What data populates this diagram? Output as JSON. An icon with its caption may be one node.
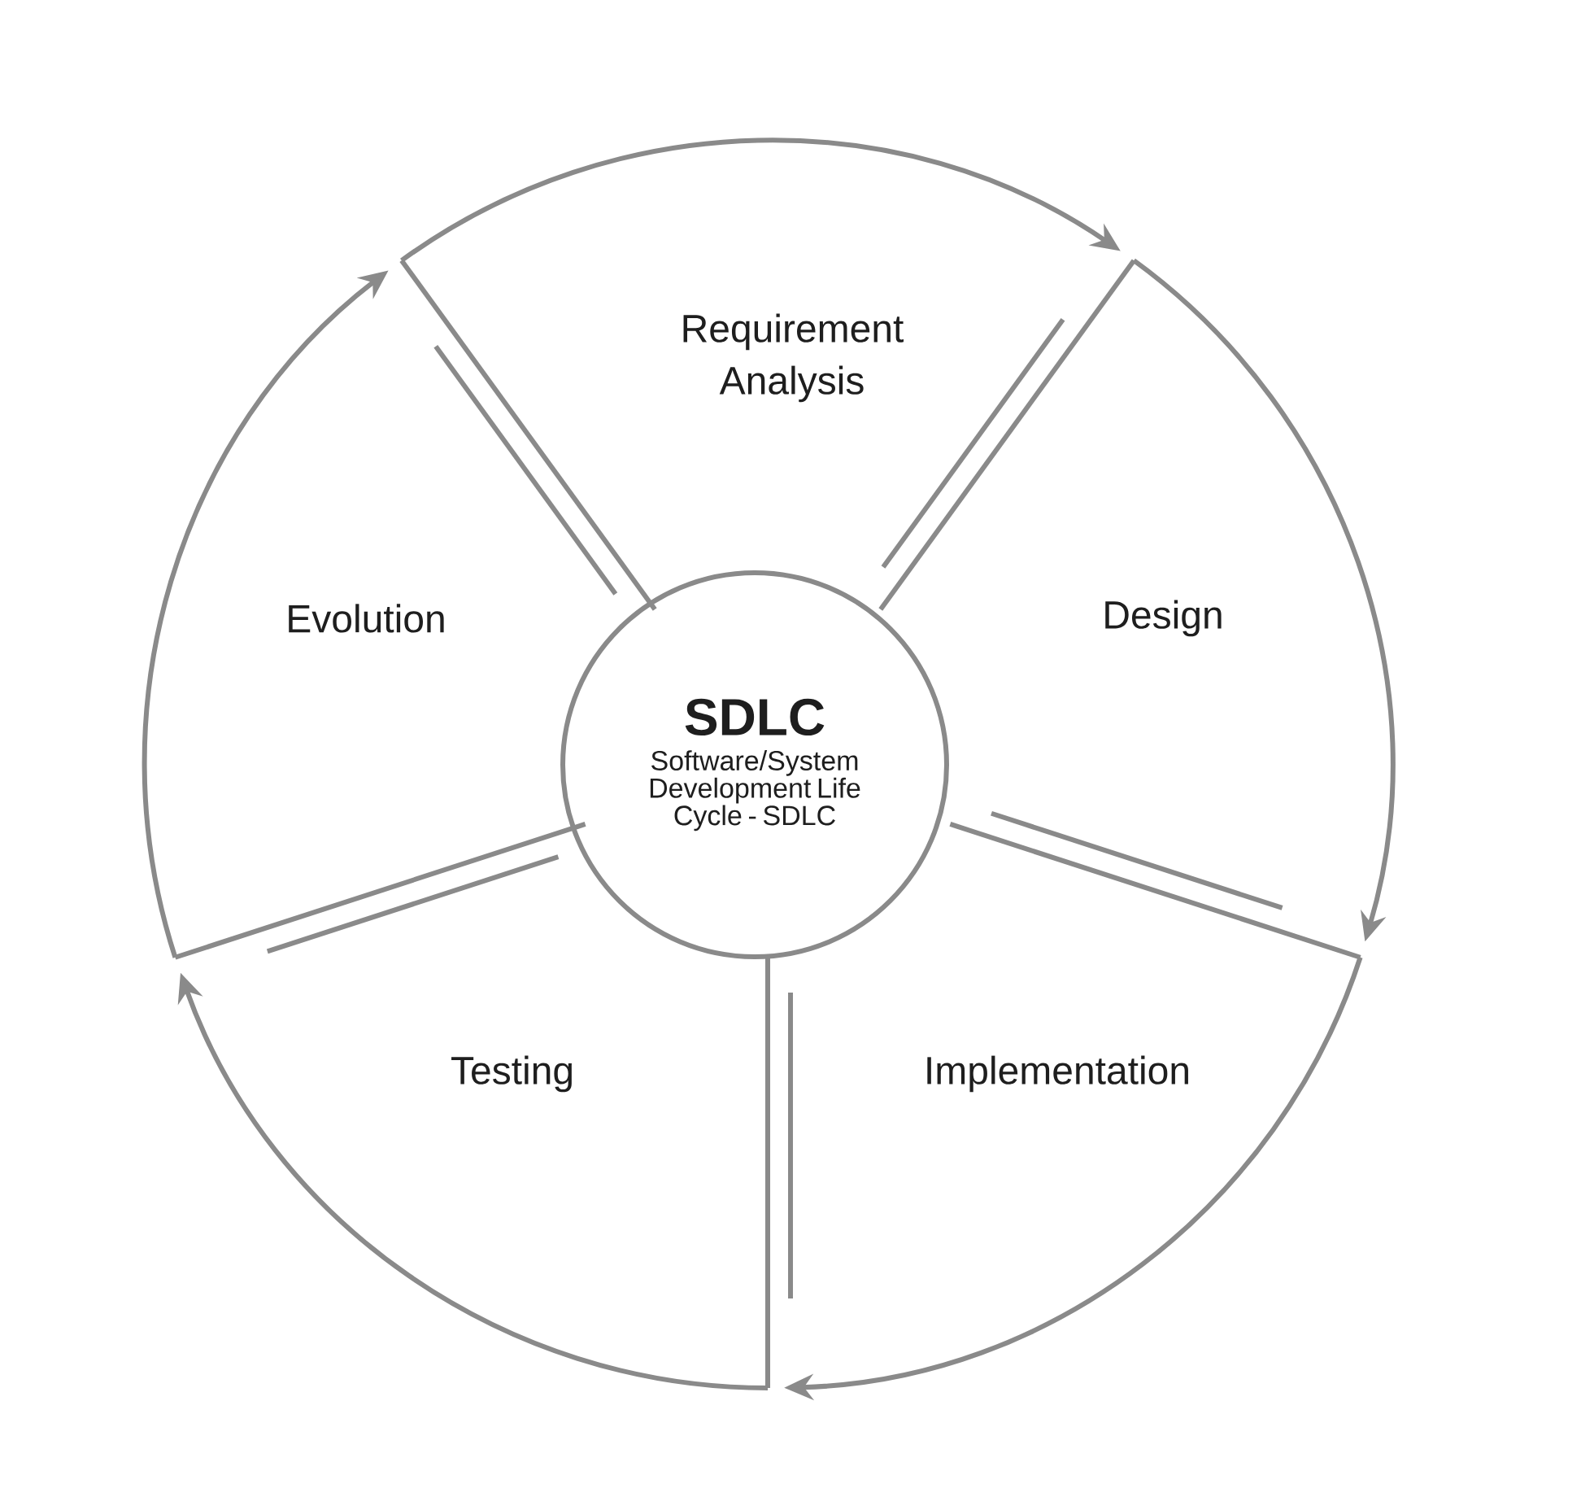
{
  "diagram": {
    "nodes": [
      {
        "text": [
          "SDLC",
          "Software/System Development Life Cycle - SDLC"
        ]
      },
      {
        "text": [
          "Requirement Analysis"
        ]
      },
      {
        "text": [
          "Design"
        ]
      },
      {
        "text": [
          "Implementation"
        ]
      },
      {
        "text": [
          "Testing"
        ]
      },
      {
        "text": [
          "Evolution"
        ]
      }
    ],
    "edges": [
      {
        "from": 1,
        "to": 2,
        "arrow": "to"
      },
      {
        "from": 2,
        "to": 3,
        "arrow": "to"
      },
      {
        "from": 3,
        "to": 4,
        "arrow": "to"
      },
      {
        "from": 4,
        "to": 5,
        "arrow": "to"
      },
      {
        "from": 5,
        "to": 1,
        "arrow": "to"
      }
    ]
  }
}
